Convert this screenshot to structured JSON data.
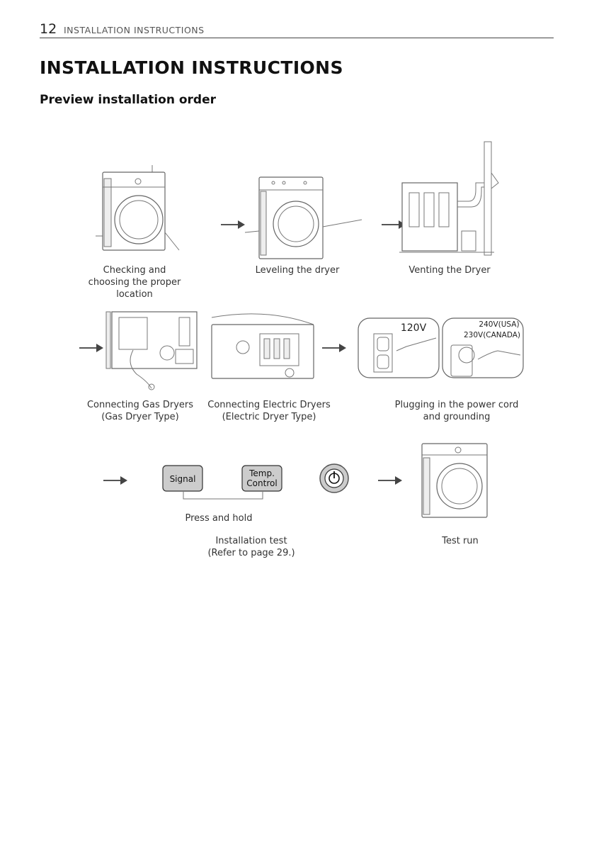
{
  "header": {
    "page_number": "12",
    "running_title": "INSTALLATION INSTRUCTIONS"
  },
  "title": "INSTALLATION INSTRUCTIONS",
  "subtitle": "Preview installation order",
  "steps": {
    "checking": [
      "Checking and",
      "choosing the proper",
      "location"
    ],
    "leveling": [
      "Leveling the dryer"
    ],
    "venting": [
      "Venting the Dryer"
    ],
    "gas": [
      "Connecting Gas Dryers",
      "(Gas Dryer Type)"
    ],
    "electric": [
      "Connecting Electric Dryers",
      "(Electric Dryer Type)"
    ],
    "plugging": [
      "Plugging in the power cord",
      "and grounding"
    ],
    "press_hold": "Press and hold",
    "install_test": [
      "Installation test",
      "(Refer to page 29.)"
    ],
    "test_run": "Test run"
  },
  "buttons": {
    "signal": "Signal",
    "temp_control": [
      "Temp.",
      "Control"
    ]
  },
  "voltages": {
    "v120": "120V",
    "v240": "240V(USA)",
    "v230": "230V(CANADA)"
  }
}
